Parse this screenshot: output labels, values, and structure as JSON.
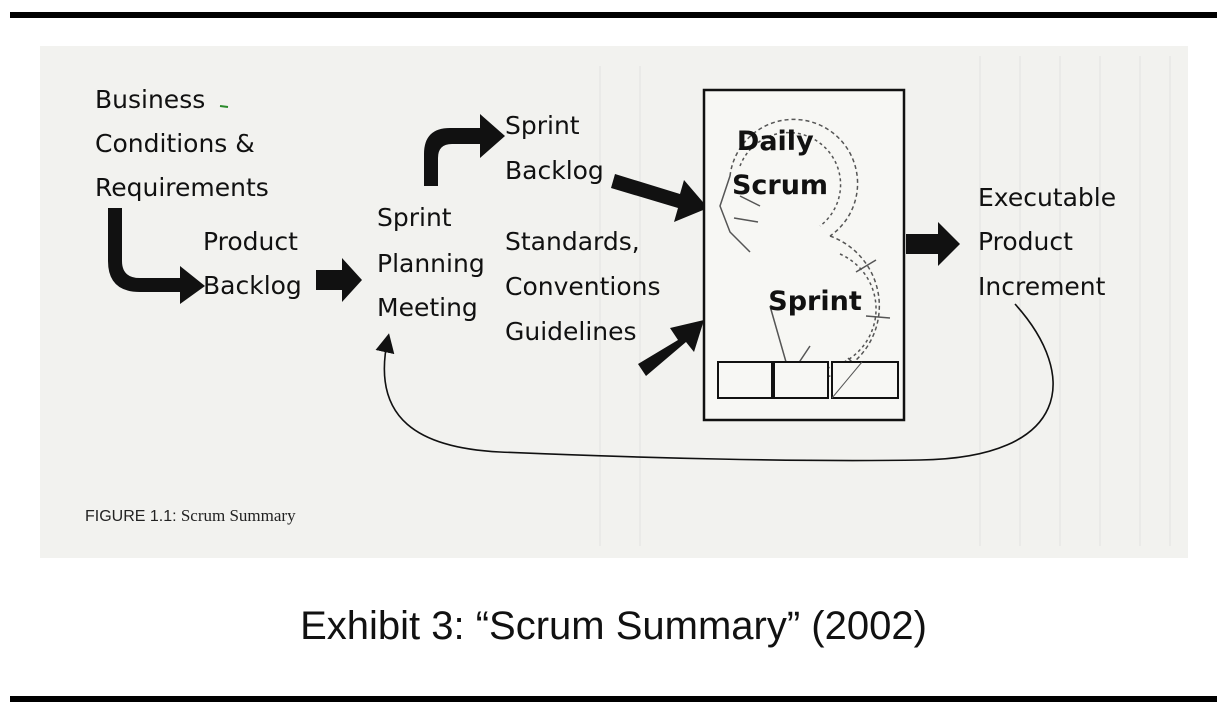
{
  "diagram": {
    "business": [
      "Business",
      "Conditions &",
      "Requirements"
    ],
    "product_backlog": [
      "Product",
      "Backlog"
    ],
    "sprint_planning": [
      "Sprint",
      "Planning",
      "Meeting"
    ],
    "sprint_backlog": [
      "Sprint",
      "Backlog"
    ],
    "standards": [
      "Standards,",
      "Conventions",
      "Guidelines"
    ],
    "daily_scrum": [
      "Daily",
      "Scrum"
    ],
    "sprint": "Sprint",
    "increment": [
      "Executable",
      "Product",
      "Increment"
    ]
  },
  "caption": {
    "label": "FIGURE 1.1:",
    "text": "Scrum Summary"
  },
  "exhibit_title": "Exhibit 3: “Scrum Summary” (2002)"
}
